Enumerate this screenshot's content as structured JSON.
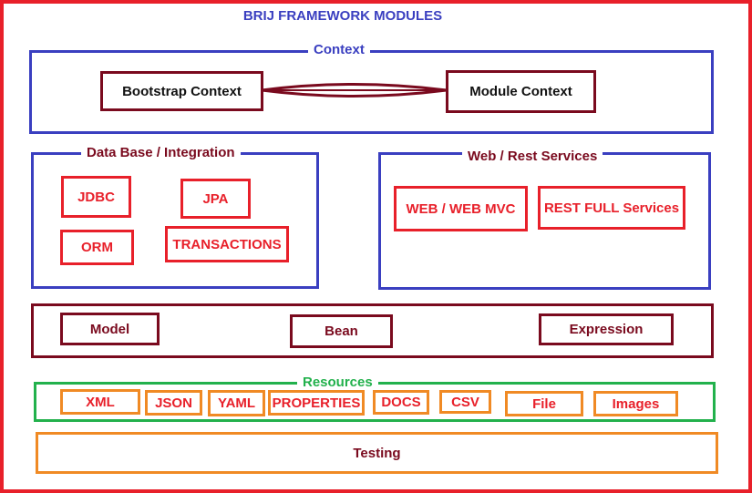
{
  "title": "BRIJ FRAMEWORK MODULES",
  "colors": {
    "frame": "#e8202a",
    "title": "#3a3fc0",
    "maroon": "#7a0a1e",
    "red": "#e8202a",
    "green": "#22b14c",
    "orange": "#f08a24"
  },
  "context": {
    "label": "Context",
    "bootstrap": "Bootstrap Context",
    "module": "Module Context"
  },
  "database": {
    "label": "Data Base / Integration",
    "items": [
      "JDBC",
      "JPA",
      "ORM",
      "TRANSACTIONS"
    ]
  },
  "web": {
    "label": "Web / Rest Services",
    "items": [
      "WEB / WEB MVC",
      "REST FULL Services"
    ]
  },
  "core": {
    "items": [
      "Model",
      "Bean",
      "Expression"
    ]
  },
  "resources": {
    "label": "Resources",
    "items": [
      "XML",
      "JSON",
      "YAML",
      "PROPERTIES",
      "DOCS",
      "CSV",
      "File",
      "Images"
    ]
  },
  "testing": {
    "label": "Testing"
  }
}
